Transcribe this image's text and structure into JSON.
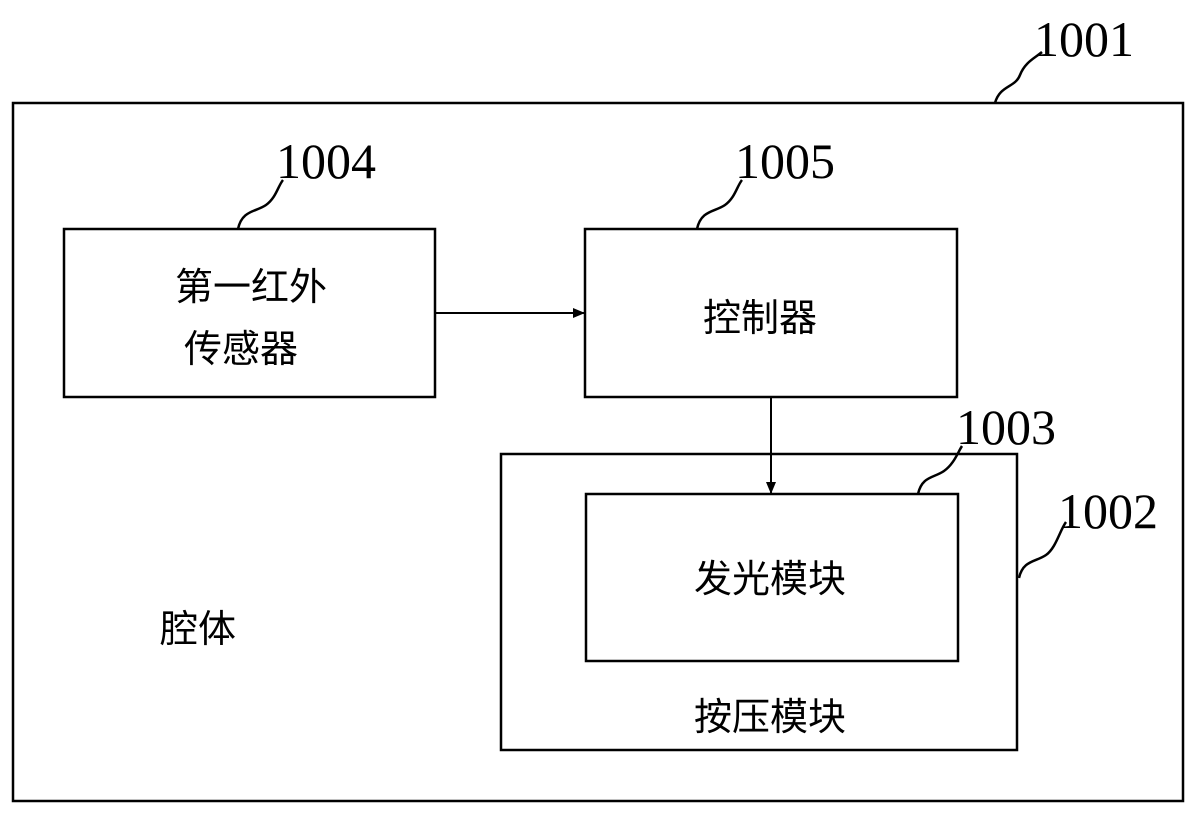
{
  "housing": {
    "ref": "1001",
    "label": "腔体"
  },
  "ir_sensor": {
    "ref": "1004",
    "line1": "第一红外",
    "line2": "传感器"
  },
  "controller": {
    "ref": "1005",
    "label": "控制器"
  },
  "press_module": {
    "ref": "1002",
    "label": "按压模块"
  },
  "light_module": {
    "ref": "1003",
    "label": "发光模块"
  }
}
